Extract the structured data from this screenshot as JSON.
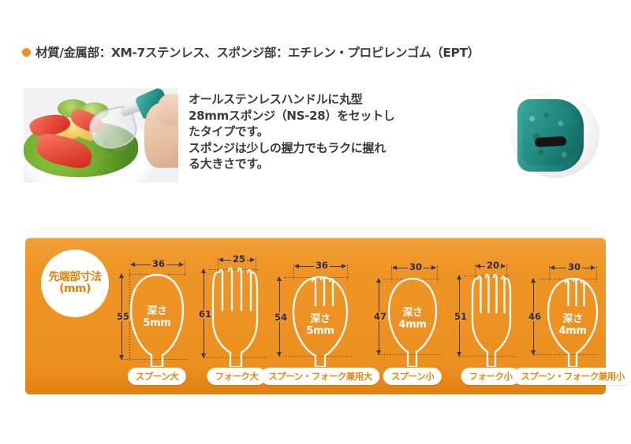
{
  "spec": {
    "bullet_icon": "orange-dot-icon",
    "text": "材質/金属部：XM-7ステンレス、スポンジ部：エチレン・プロピレンゴム（EPT）"
  },
  "photos": {
    "salad": {
      "alt_name": "salad-plate-with-fork-photo",
      "handle_color": "#1f8a82"
    },
    "sponge": {
      "alt_name": "teal-sponge-grip-photo",
      "body_color": "#1d7f76",
      "slot_color": "#141414"
    }
  },
  "description": {
    "lines": [
      "オールステンレスハンドルに丸型",
      "28mmスポンジ（NS-28）をセットし",
      "たタイプです。",
      "スポンジは少しの握力でもラクに握れ",
      "る大きさです。"
    ]
  },
  "panel": {
    "background_color": "#ec8f1f",
    "badge": {
      "line1": "先端部寸法",
      "line2": "(mm)"
    },
    "items": [
      {
        "name": "スプーン大",
        "type": "spoon",
        "width": "36",
        "height": "55",
        "depth_line1": "深さ",
        "depth_line2": "5mm"
      },
      {
        "name": "フォーク大",
        "type": "fork",
        "width": "25",
        "height": "61",
        "depth_line1": "",
        "depth_line2": ""
      },
      {
        "name": "スプーン・フォーク兼用大",
        "type": "spork",
        "width": "36",
        "height": "54",
        "depth_line1": "深さ",
        "depth_line2": "5mm"
      },
      {
        "name": "スプーン小",
        "type": "spoon",
        "width": "30",
        "height": "47",
        "depth_line1": "深さ",
        "depth_line2": "4mm"
      },
      {
        "name": "フォーク小",
        "type": "fork",
        "width": "20",
        "height": "51",
        "depth_line1": "",
        "depth_line2": ""
      },
      {
        "name": "スプーン・フォーク兼用小",
        "type": "spork",
        "width": "30",
        "height": "46",
        "depth_line1": "深さ",
        "depth_line2": "4mm"
      }
    ]
  }
}
